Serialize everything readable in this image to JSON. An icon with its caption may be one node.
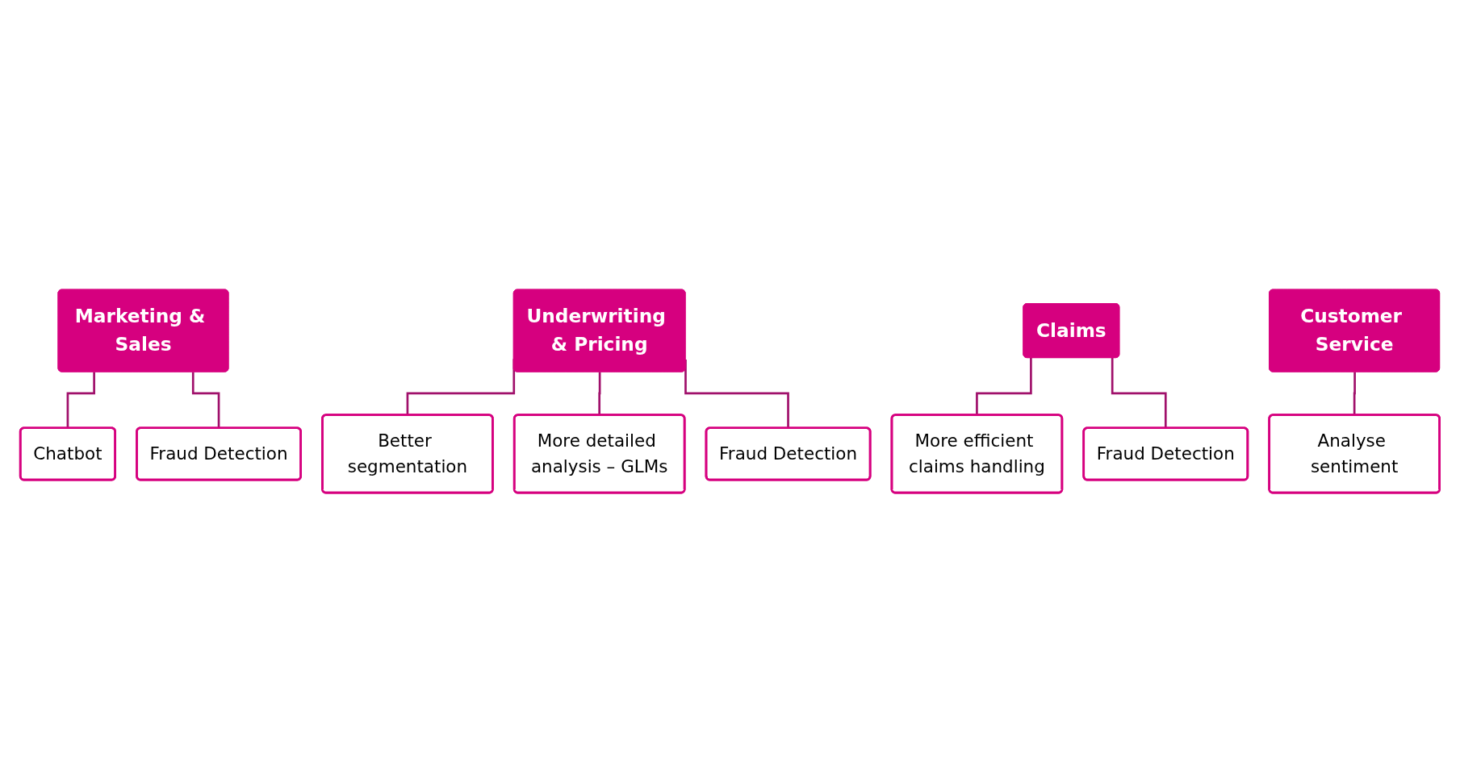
{
  "diagram": {
    "nodes": [
      {
        "text": [
          "Marketing & Sales"
        ]
      },
      {
        "text": [
          "Chatbot"
        ]
      },
      {
        "text": [
          "Fraud Detection"
        ]
      },
      {
        "text": [
          "Underwriting & Pricing"
        ]
      },
      {
        "text": [
          "Better segmentation"
        ]
      },
      {
        "text": [
          "More detailed analysis – GLMs"
        ]
      },
      {
        "text": [
          "Fraud Detection"
        ]
      },
      {
        "text": [
          "Claims"
        ]
      },
      {
        "text": [
          "More efficient claims handling"
        ]
      },
      {
        "text": [
          "Fraud Detection"
        ]
      },
      {
        "text": [
          "Customer Service"
        ]
      },
      {
        "text": [
          "Analyse sentiment"
        ]
      }
    ],
    "edges": [
      {
        "from": 0,
        "to": 1,
        "arrow": "none"
      },
      {
        "from": 0,
        "to": 2,
        "arrow": "none"
      },
      {
        "from": 3,
        "to": 4,
        "arrow": "none"
      },
      {
        "from": 3,
        "to": 5,
        "arrow": "none"
      },
      {
        "from": 3,
        "to": 6,
        "arrow": "none"
      },
      {
        "from": 7,
        "to": 8,
        "arrow": "none"
      },
      {
        "from": 7,
        "to": 9,
        "arrow": "none"
      },
      {
        "from": 10,
        "to": 11,
        "arrow": "none"
      }
    ]
  }
}
